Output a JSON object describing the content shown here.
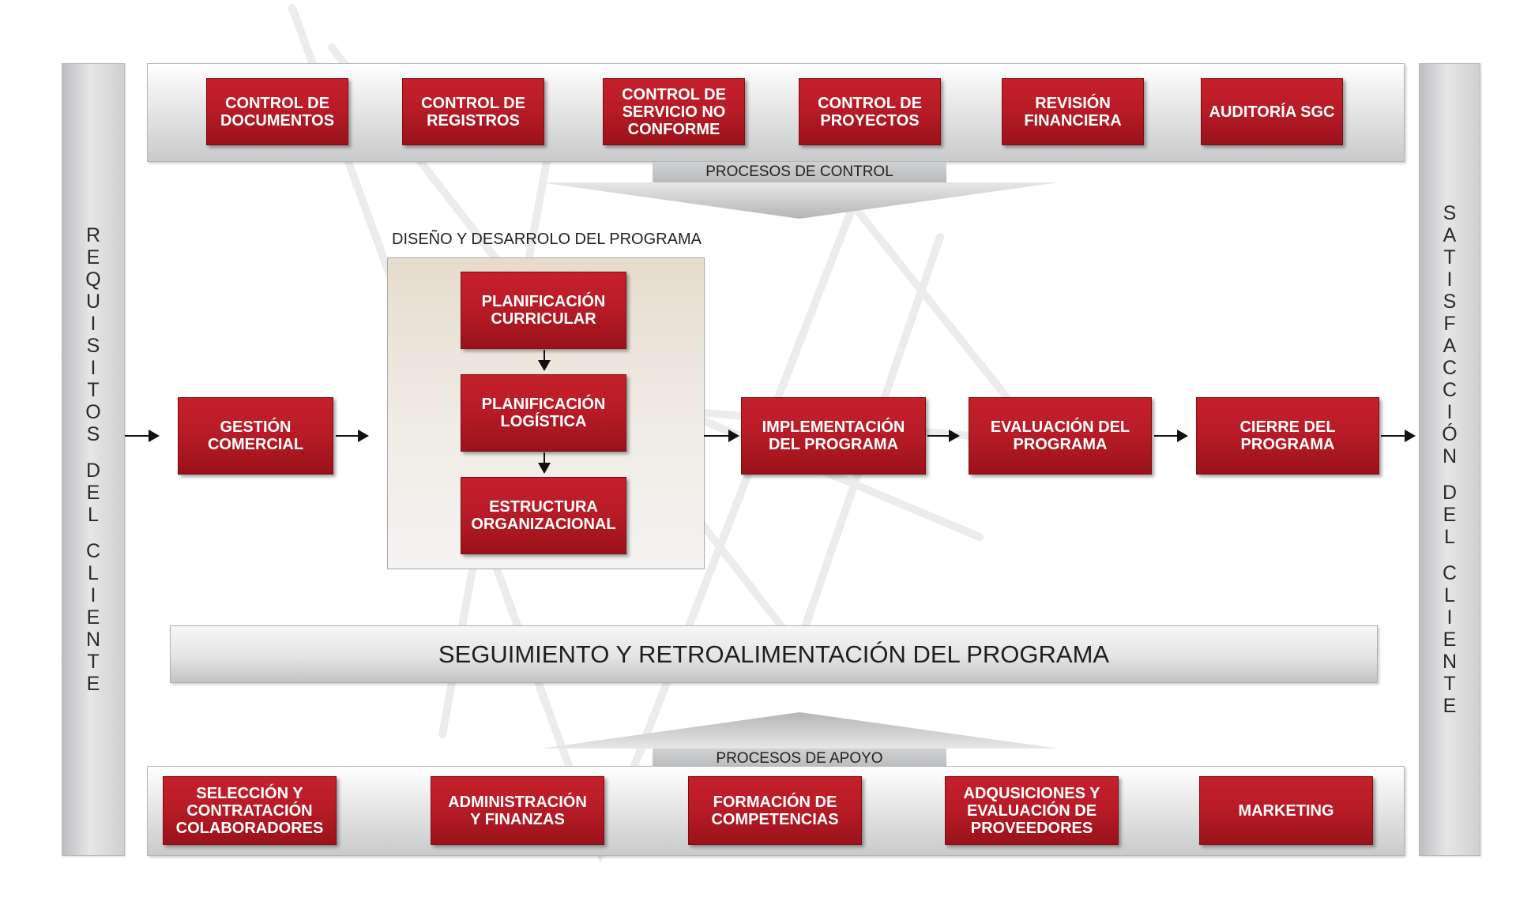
{
  "left_sidebar": {
    "text": "REQUISITOS DEL CLIENTE"
  },
  "right_sidebar": {
    "text": "SATISFACCIÓN DEL CLIENTE"
  },
  "control": {
    "label": "PROCESOS DE CONTROL",
    "items": [
      "CONTROL DE\nDOCUMENTOS",
      "CONTROL DE\nREGISTROS",
      "CONTROL DE\nSERVICIO NO\nCONFORME",
      "CONTROL DE\nPROYECTOS",
      "REVISIÓN\nFINANCIERA",
      "AUDITORÍA SGC"
    ]
  },
  "design": {
    "title": "DISEÑO Y DESARROLO DEL PROGRAMA",
    "items": [
      "PLANIFICACIÓN\nCURRICULAR",
      "PLANIFICACIÓN\nLOGÍSTICA",
      "ESTRUCTURA\nORGANIZACIONAL"
    ]
  },
  "flow": {
    "gestion": "GESTIÓN\nCOMERCIAL",
    "implementacion": "IMPLEMENTACIÓN\nDEL PROGRAMA",
    "evaluacion": "EVALUACIÓN DEL\nPROGRAMA",
    "cierre": "CIERRE DEL\nPROGRAMA"
  },
  "feedback": {
    "text": "SEGUIMIENTO Y RETROALIMENTACIÓN DEL PROGRAMA"
  },
  "support": {
    "label": "PROCESOS DE APOYO",
    "items": [
      "SELECCIÓN Y\nCONTRATACIÓN\nCOLABORADORES",
      "ADMINISTRACIÓN\nY FINANZAS",
      "FORMACIÓN DE\nCOMPETENCIAS",
      "ADQUSICIONES Y\nEVALUACIÓN DE\nPROVEEDORES",
      "MARKETING"
    ]
  },
  "colors": {
    "box_red": "#b91c26",
    "band_gray": "#c9cacb"
  }
}
